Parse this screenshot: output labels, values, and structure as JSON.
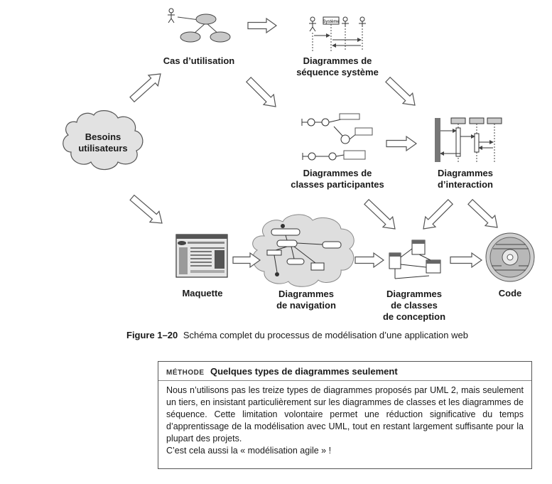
{
  "figure": {
    "number": "Figure 1–20",
    "caption": "Schéma complet du processus de modélisation d’une application web"
  },
  "nodes": {
    "besoins": [
      "Besoins",
      "utilisateurs"
    ],
    "cas": [
      "Cas d’utilisation"
    ],
    "sequence": [
      "Diagrammes de",
      "séquence système"
    ],
    "classes_participantes": [
      "Diagrammes de",
      "classes participantes"
    ],
    "interaction": [
      "Diagrammes",
      "d’interaction"
    ],
    "maquette": [
      "Maquette"
    ],
    "navigation": [
      "Diagrammes",
      "de navigation"
    ],
    "classes_conception": [
      "Diagrammes",
      "de classes",
      "de conception"
    ],
    "code": [
      "Code"
    ]
  },
  "sequence_icon_label": "Système",
  "method_box": {
    "tag": "MÉTHODE",
    "title": "Quelques types de diagrammes seulement",
    "paragraphs": [
      "Nous n’utilisons pas les treize types de diagrammes proposés par UML 2, mais seulement un tiers, en insistant particulièrement sur les diagrammes de classes et les diagrammes de séquence. Cette limitation volontaire permet une réduction significative du temps d’apprentissage de la modélisation avec UML, tout en restant largement suffisante pour la plupart des projets.",
      "C’est cela aussi la « modélisation agile » !"
    ]
  },
  "colors": {
    "stroke": "#444444",
    "fill_grey": "#d4d4d4",
    "cloud": "#e2e2e2",
    "dark": "#333333"
  }
}
